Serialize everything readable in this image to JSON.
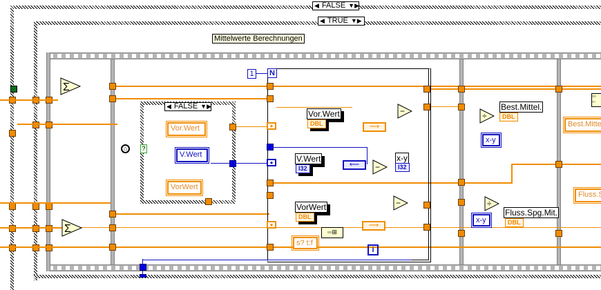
{
  "outer_case": {
    "selector": "FALSE",
    "type": "case-structure"
  },
  "inner_case": {
    "selector": "TRUE",
    "type": "case-structure"
  },
  "comment_label": "Mittelwerte Berechnungen",
  "nested_case": {
    "selector": "FALSE"
  },
  "for_loop": {
    "count_constant": "1",
    "count_terminal": "N",
    "iteration_terminal": "i"
  },
  "constants": {
    "vor_wert_ctl": "Vor.Wert",
    "v_wert_ctl": "V.Wert",
    "vorwert_ctl": "VorWert",
    "format_string": "s? t:f",
    "best_mittel_right": "Best.Mitte",
    "fluss_right": "Fluss.S"
  },
  "indicators": [
    {
      "label": "Vor.Wert",
      "type": "DBL"
    },
    {
      "label": "V.Wert",
      "type": "I32"
    },
    {
      "label": "x-y",
      "type": "I32"
    },
    {
      "label": "VorWert",
      "type": "DBL"
    },
    {
      "label": "Best.Mittel.",
      "type": "DBL"
    },
    {
      "label": "Fluss.Spg.Mit.",
      "type": "DBL"
    }
  ],
  "local_vars": {
    "xy_1": "x-y",
    "xy_2": "x-y"
  },
  "primitives": {
    "sum": "Σ",
    "subtract": "−",
    "divide": "÷"
  },
  "colors": {
    "wire_dbl": "#f08c00",
    "wire_i32": "#1010c0",
    "frame_gray": "#b4b4b4",
    "label_bg": "#ffffe0"
  }
}
